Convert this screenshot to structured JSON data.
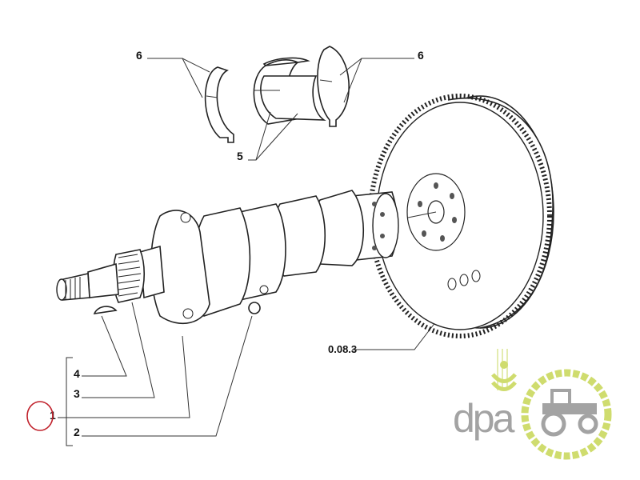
{
  "diagram": {
    "callouts": {
      "six_left": "6",
      "six_right": "6",
      "five": "5",
      "flywheel_ref": "0.08.3",
      "four": "4",
      "three": "3",
      "one": "1",
      "two": "2"
    },
    "highlight_color": "#c0202a"
  },
  "logo": {
    "text": "dpa",
    "gray": "#a3a3a3",
    "green": "#cfdc6e"
  }
}
